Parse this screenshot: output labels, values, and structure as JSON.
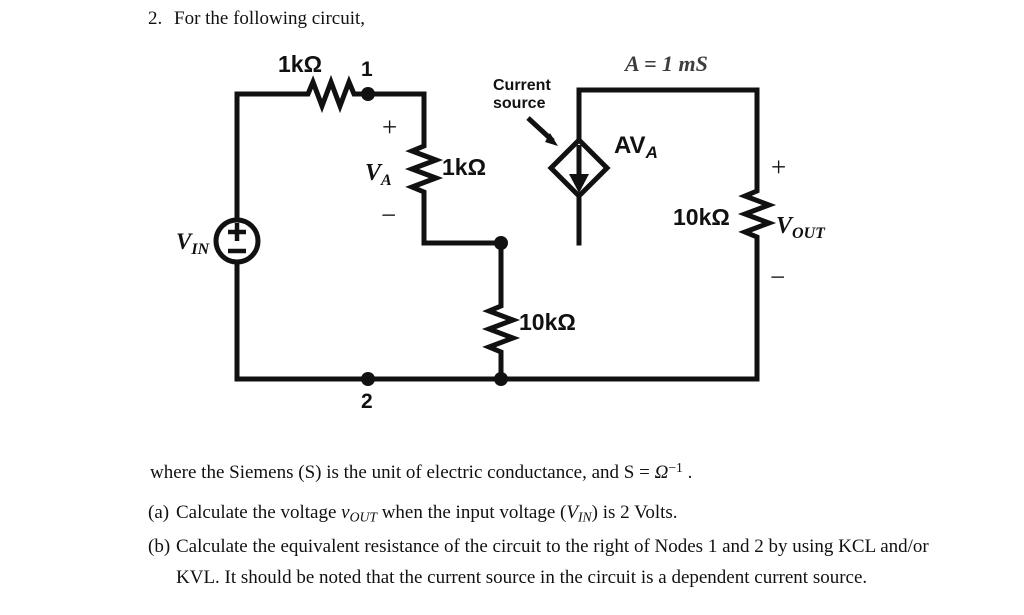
{
  "question": {
    "number": "2.",
    "prompt": "For the following circuit,"
  },
  "circuit": {
    "resistor_series_1k": "1kΩ",
    "node1_label": "1",
    "node2_label": "2",
    "resistor_shunt_1k": "1kΩ",
    "va_symbol": "V",
    "va_subscript": "A",
    "va_plus": "+",
    "va_minus": "−",
    "vin_symbol": "V",
    "vin_subscript": "IN",
    "vin_plus": "+",
    "vin_minus": "−",
    "current_source_label_line1": "Current",
    "current_source_label_line2": "source",
    "dependent_source_gain": "AV",
    "dependent_source_gain_subscript": "A",
    "gain_value": "A = 1 mS",
    "resistor_mid_10k": "10kΩ",
    "resistor_out_10k": "10kΩ",
    "vout_symbol": "V",
    "vout_subscript": "OUT",
    "vout_plus": "+",
    "vout_minus": "−"
  },
  "notes": {
    "where_line_part1": "where the Siemens (S) is the unit of electric conductance, and  S = ",
    "where_line_omega": "Ω",
    "where_line_exp": "−1",
    "where_line_period": " ."
  },
  "tasks": [
    {
      "marker": "(a)",
      "text_part1": "Calculate the voltage  ",
      "sym_v": "v",
      "sym_v_sub": "OUT",
      "text_part2": "  when the input voltage (",
      "sym_vin": "V",
      "sym_vin_sub": "IN",
      "text_part3": ") is 2 Volts."
    },
    {
      "marker": "(b)",
      "text": "Calculate the equivalent resistance of the circuit to the right of Nodes 1 and 2 by using KCL and/or KVL. It should be noted that the current source in the circuit is a dependent current source."
    }
  ],
  "colors": {
    "ink": "#111111",
    "gray_label": "#3d3d3d",
    "background": "#ffffff"
  }
}
